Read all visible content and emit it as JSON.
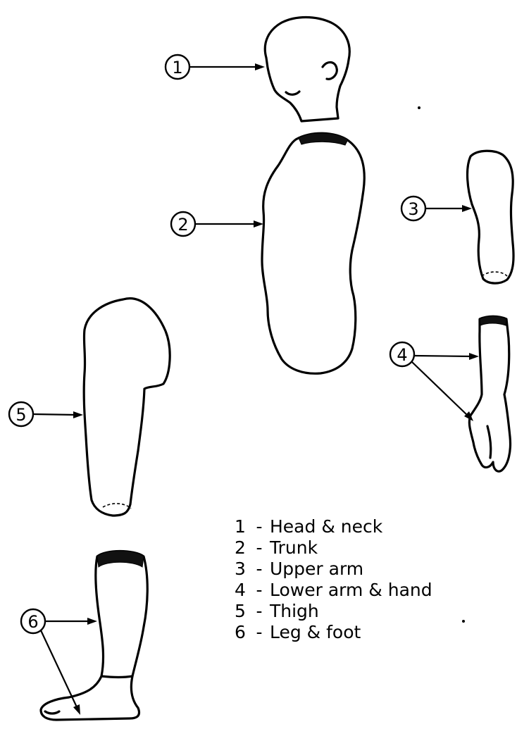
{
  "callouts": [
    {
      "id": "1",
      "text": "1"
    },
    {
      "id": "2",
      "text": "2"
    },
    {
      "id": "3",
      "text": "3"
    },
    {
      "id": "4",
      "text": "4"
    },
    {
      "id": "5",
      "text": "5"
    },
    {
      "id": "6",
      "text": "6"
    }
  ],
  "legend": [
    {
      "num": "1",
      "sep": "-",
      "label": "Head & neck"
    },
    {
      "num": "2",
      "sep": "-",
      "label": "Trunk"
    },
    {
      "num": "3",
      "sep": "-",
      "label": "Upper arm"
    },
    {
      "num": "4",
      "sep": "-",
      "label": "Lower arm & hand"
    },
    {
      "num": "5",
      "sep": "-",
      "label": "Thigh"
    },
    {
      "num": "6",
      "sep": "-",
      "label": "Leg & foot"
    }
  ],
  "colors": {
    "line": "#000000",
    "background": "#ffffff"
  }
}
